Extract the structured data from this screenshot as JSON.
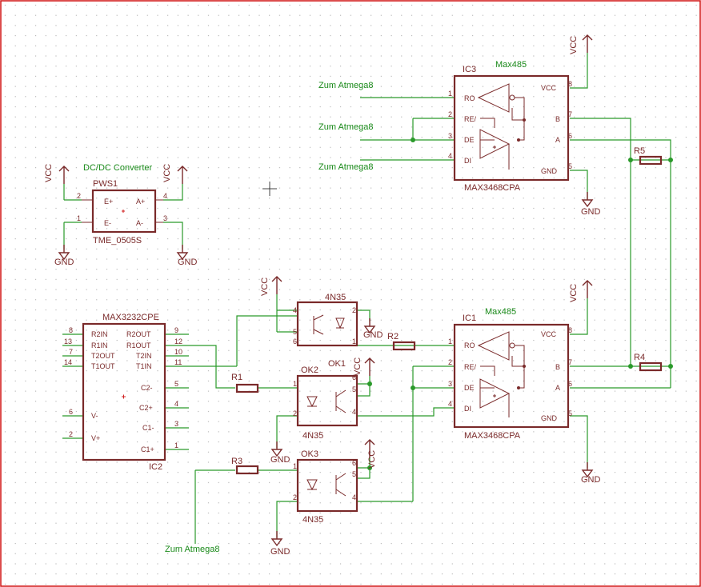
{
  "colors": {
    "background": "#ffffff",
    "frame": "#d01010",
    "grid_dot": "#9a9a9a",
    "component": "#7a2a2a",
    "wire": "#2a9a2a",
    "net_label": "#1a8a1a"
  },
  "icons": [
    "cursor-crosshair-icon"
  ],
  "components": {
    "pws1": {
      "name": "PWS1",
      "value": "TME_0505S",
      "pins": {
        "e_plus": "E+",
        "e_minus": "E-",
        "a_plus": "A+",
        "a_minus": "A-"
      },
      "pin_numbers": [
        "2",
        "1",
        "4",
        "3"
      ]
    },
    "ic3": {
      "name": "IC3",
      "value": "MAX3468CPA",
      "pins_left": [
        "RO",
        "RE/",
        "DE",
        "DI"
      ],
      "pins_right": [
        "VCC",
        "B",
        "A",
        "GND"
      ],
      "nums_left": [
        "1",
        "2",
        "3",
        "4"
      ],
      "nums_right": [
        "8",
        "7",
        "6",
        "5"
      ]
    },
    "ic1": {
      "name": "IC1",
      "value": "MAX3468CPA",
      "pins_left": [
        "RO",
        "RE/",
        "DE",
        "DI"
      ],
      "pins_right": [
        "VCC",
        "B",
        "A",
        "GND"
      ],
      "nums_left": [
        "1",
        "2",
        "3",
        "4"
      ],
      "nums_right": [
        "8",
        "7",
        "6",
        "5"
      ]
    },
    "ic2": {
      "name": "IC2",
      "value": "MAX3232CPE",
      "pins_left": [
        "R2IN",
        "R1IN",
        "T2OUT",
        "T1OUT",
        "V-",
        "V+"
      ],
      "pins_right": [
        "R2OUT",
        "R1OUT",
        "T2IN",
        "T1IN",
        "C2-",
        "C2+",
        "C1-",
        "C1+"
      ],
      "nums_left": [
        "8",
        "13",
        "7",
        "14",
        "6",
        "2"
      ],
      "nums_right": [
        "9",
        "12",
        "10",
        "11",
        "5",
        "4",
        "3",
        "1"
      ]
    },
    "ok1": {
      "name": "OK1",
      "value": "4N35",
      "nums": [
        "4",
        "5",
        "6",
        "2",
        "1"
      ]
    },
    "ok2": {
      "name": "OK2",
      "value": "4N35",
      "nums": [
        "1",
        "2",
        "6",
        "5",
        "4"
      ]
    },
    "ok3": {
      "name": "OK3",
      "value": "4N35",
      "nums": [
        "1",
        "2",
        "6",
        "5",
        "4"
      ]
    },
    "r1": {
      "name": "R1"
    },
    "r2": {
      "name": "R2"
    },
    "r3": {
      "name": "R3"
    },
    "r4": {
      "name": "R4"
    },
    "r5": {
      "name": "R5"
    }
  },
  "power": {
    "vcc": "VCC",
    "gnd": "GND"
  },
  "net_labels": {
    "max485_top": "Max485",
    "max485_bottom": "Max485",
    "dcdc": "DC/DC Converter",
    "atmega_1": "Zum Atmega8",
    "atmega_2": "Zum Atmega8",
    "atmega_3": "Zum Atmega8",
    "atmega_4": "Zum Atmega8"
  }
}
